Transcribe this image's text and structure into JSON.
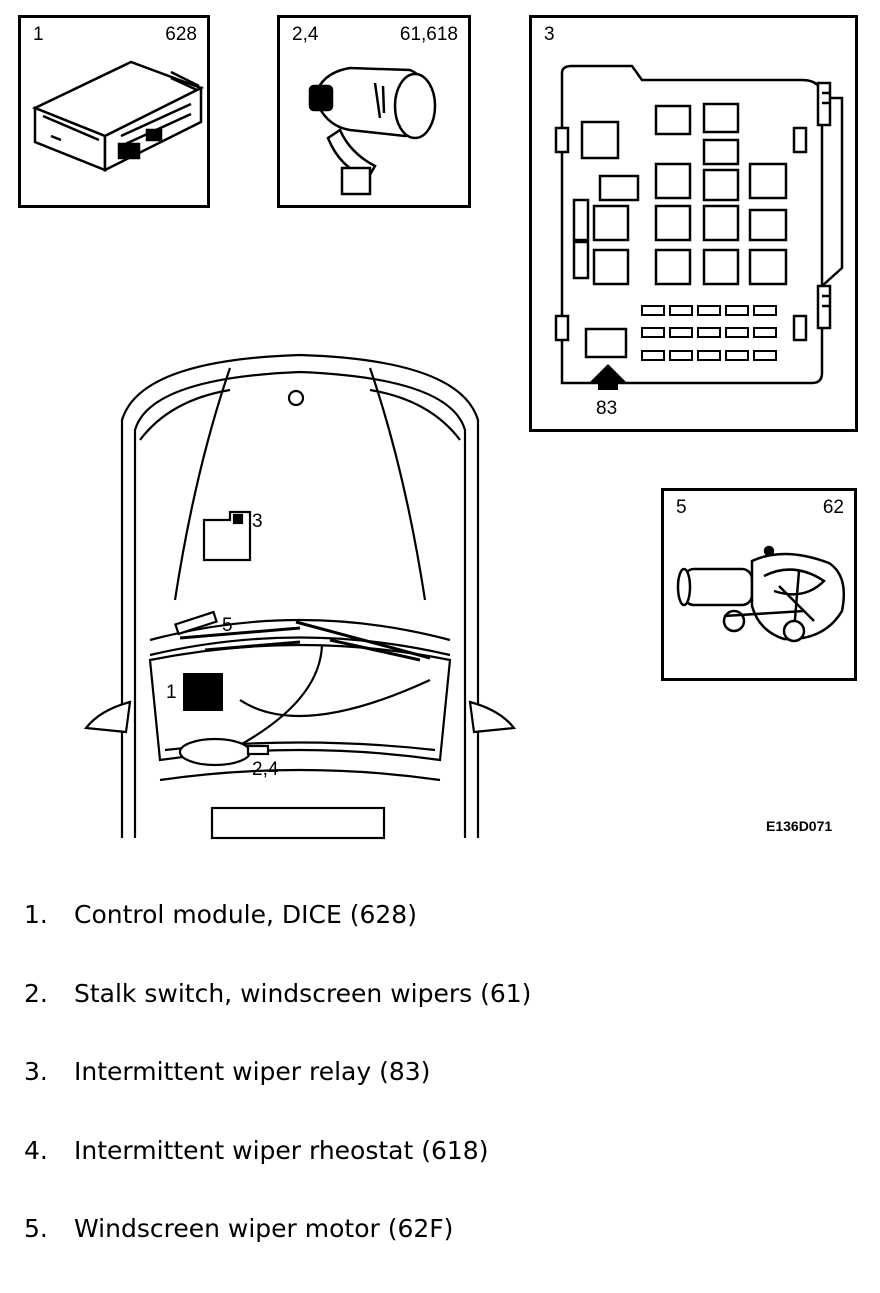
{
  "panels": {
    "p1": {
      "left_label": "1",
      "right_label": "628"
    },
    "p24": {
      "left_label": "2,4",
      "right_label": "61,618"
    },
    "p3": {
      "left_label": "3",
      "arrow_label": "83"
    },
    "p5": {
      "left_label": "5",
      "right_label": "62"
    }
  },
  "car_labels": {
    "l3": "3",
    "l5": "5",
    "l1": "1",
    "l24": "2,4"
  },
  "figure_code": "E136D071",
  "legend": [
    {
      "num": "1.",
      "text": "Control module, DICE (628)"
    },
    {
      "num": "2.",
      "text": "Stalk switch, windscreen wipers (61)"
    },
    {
      "num": "3.",
      "text": "Intermittent wiper relay (83)"
    },
    {
      "num": "4.",
      "text": "Intermittent wiper rheostat (618)"
    },
    {
      "num": "5.",
      "text": "Windscreen wiper motor (62F)"
    }
  ]
}
